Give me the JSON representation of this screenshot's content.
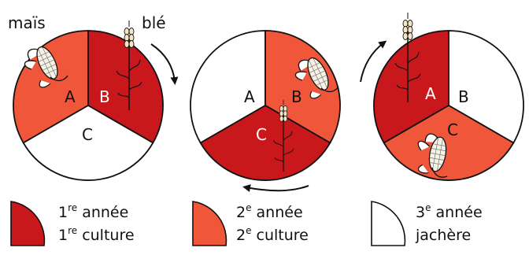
{
  "colors": {
    "dark_red": "#c8181c",
    "light_red": "#f0573a",
    "white": "#ffffff",
    "outline": "#111111"
  },
  "labels": {
    "crop_mais": "maïs",
    "crop_ble": "blé",
    "A": "A",
    "B": "B",
    "C": "C"
  },
  "circles": [
    {
      "A": "light_red",
      "B": "dark_red",
      "C": "white"
    },
    {
      "A": "white",
      "B": "light_red",
      "C": "dark_red"
    },
    {
      "A": "dark_red",
      "B": "white",
      "C": "light_red"
    }
  ],
  "legend": [
    {
      "swatch": "dark_red",
      "line1_num": "1",
      "line1_sup": "re",
      "line1_text": " année",
      "line2_num": "1",
      "line2_sup": "re",
      "line2_text": " culture"
    },
    {
      "swatch": "light_red",
      "line1_num": "2",
      "line1_sup": "e",
      "line1_text": " année",
      "line2_num": "2",
      "line2_sup": "e",
      "line2_text": " culture"
    },
    {
      "swatch": "white",
      "line1_num": "3",
      "line1_sup": "e",
      "line1_text": " année",
      "line2_num": "",
      "line2_sup": "",
      "line2_text": "jachère"
    }
  ],
  "icons": {
    "corn": "corn-cob-icon",
    "wheat": "wheat-stalk-icon",
    "arrow": "rotation-arrow-icon"
  }
}
